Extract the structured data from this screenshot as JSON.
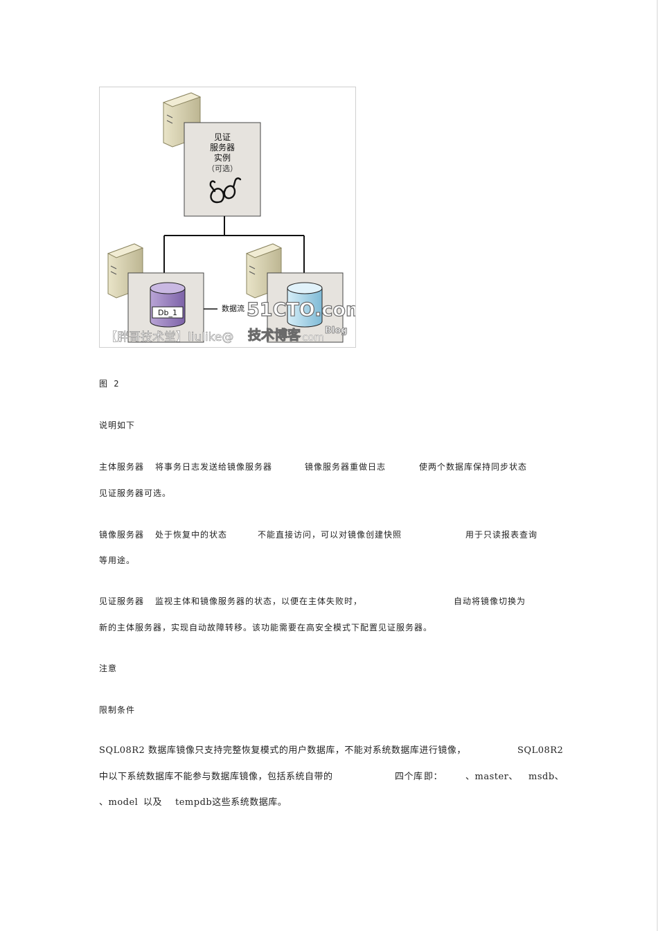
{
  "figure": {
    "witness_label": [
      "见证",
      "服务器",
      "实例",
      "（可选）"
    ],
    "db_label": "Db_1",
    "flow_label": "数据流",
    "watermark_left": "【胖哥技术堂】liulike@",
    "watermark_left_tail": "com",
    "watermark_logo": "51CTO.com",
    "watermark_logo_sub": "技术博客",
    "watermark_blog": "Blog"
  },
  "caption": "图 2",
  "sections": {
    "heading1": "说明如下",
    "p1_seg1": "主体服务器",
    "p1_seg2": "将事务日志发送给镜像服务器",
    "p1_seg3": "镜像服务器重做日志",
    "p1_seg4": "使两个数据库保持同步状态",
    "p1_line2": "见证服务器可选。",
    "p2_seg1": "镜像服务器",
    "p2_seg2": "处于恢复中的状态",
    "p2_seg3": "不能直接访问，可以对镜像创建快照",
    "p2_seg4": "用于只读报表查询",
    "p2_line2": "等用途。",
    "p3_seg1": "见证服务器",
    "p3_seg2": "监视主体和镜像服务器的状态，以便在主体失败时，",
    "p3_seg3": "自动将镜像切换为",
    "p3_line2": "新的主体服务器，实现自动故障转移。该功能需要在高安全模式下配置见证服务器。",
    "misc": "注意",
    "heading2": "限制条件",
    "p4_seg1": "SQL08R2 数据库镜像只支持完整恢复模式的用户数据库，不能对系统数据库进行镜像，",
    "p4_seg2": "SQL08R2",
    "p4_line2": "中以下系统数据库不能参与数据库镜像，包括系统自带的",
    "p4_line2b": "四个库",
    "p4_line2c": "即：",
    "p4_line2d": "、master、",
    "p4_line2e": "msdb、",
    "p4_line3a": "、model",
    "p4_line3b": "以及",
    "p4_line3c": "tempdb这些系统数据库。"
  }
}
